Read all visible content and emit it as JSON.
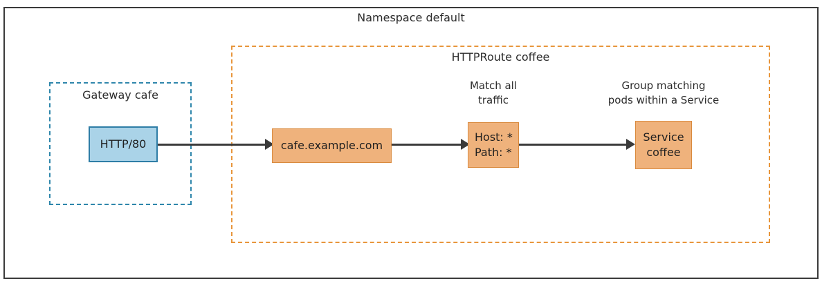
{
  "diagram": {
    "namespace": {
      "title": "Namespace default",
      "border_color": "#3a3a3a"
    },
    "gateway": {
      "title": "Gateway cafe",
      "border_color": "#2E86AB",
      "listener": {
        "label": "HTTP/80",
        "fill": "#AAD3E8",
        "border": "#2E7DA6"
      }
    },
    "httproute": {
      "title": "HTTPRoute coffee",
      "border_color": "#E8963C",
      "hostname": {
        "label": "cafe.example.com",
        "fill": "#EFB27C",
        "border": "#D98A3E"
      },
      "match": {
        "caption_line1": "Match all",
        "caption_line2": "traffic",
        "rule_line1": "Host: *",
        "rule_line2": "Path: *",
        "fill": "#EFB27C",
        "border": "#D98A3E"
      },
      "backend": {
        "caption_line1": "Group matching",
        "caption_line2": "pods within a Service",
        "label_line1": "Service",
        "label_line2": "coffee",
        "fill": "#EFB27C",
        "border": "#D98A3E"
      }
    },
    "connectors": [
      {
        "from": "HTTP/80",
        "to": "cafe.example.com"
      },
      {
        "from": "cafe.example.com",
        "to": "Host: * Path: *"
      },
      {
        "from": "Host: * Path: *",
        "to": "Service coffee"
      }
    ]
  }
}
